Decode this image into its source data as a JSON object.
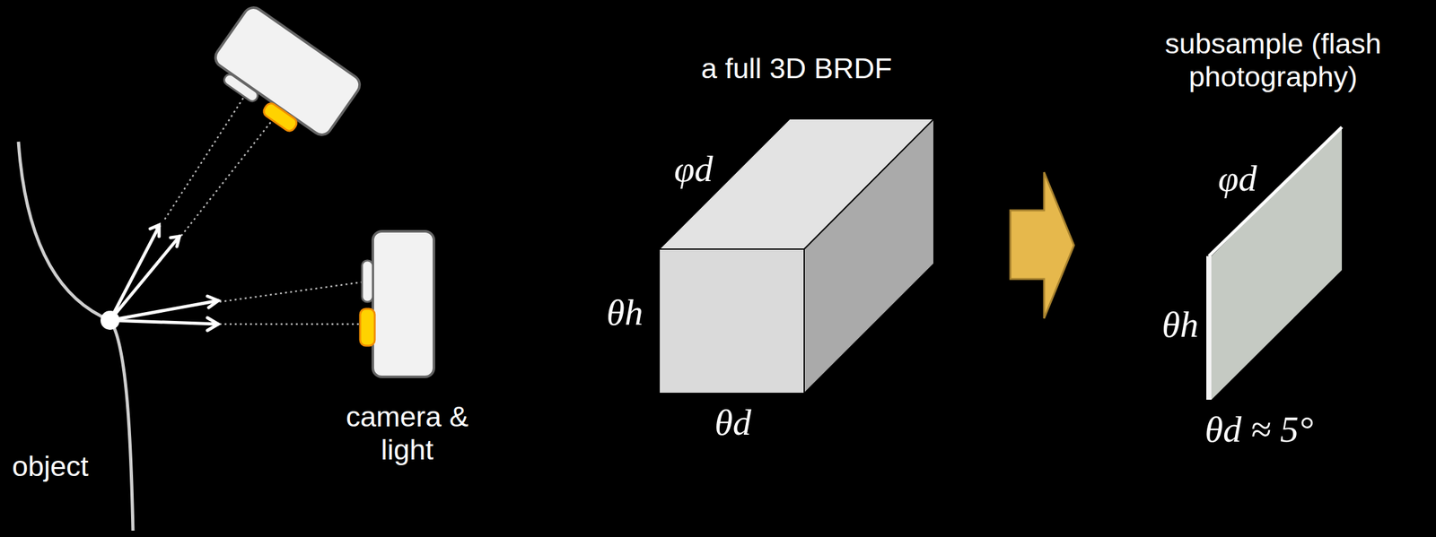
{
  "diagram": {
    "labels": [
      "object",
      "camera & light",
      "a full 3D BRDF",
      "φd",
      "θh",
      "θd",
      "subsample (flash photography)",
      "φd",
      "θh",
      "θd ≈ 5°"
    ]
  }
}
